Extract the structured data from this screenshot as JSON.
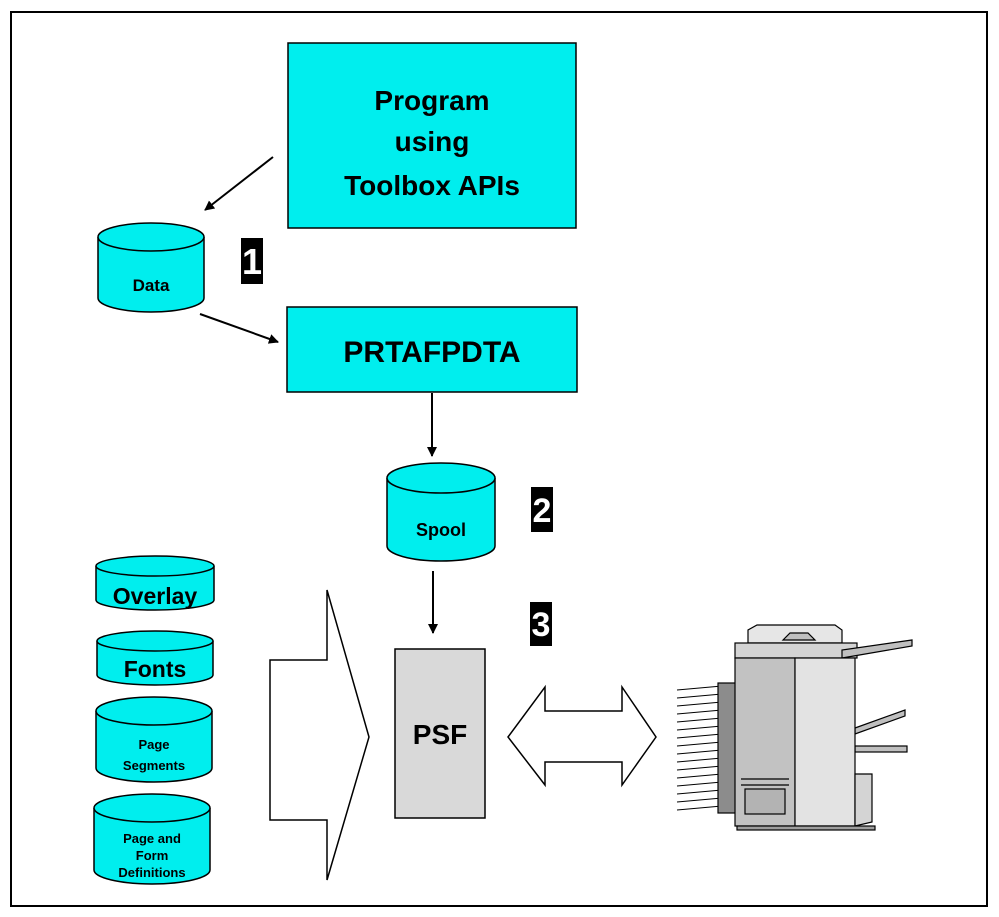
{
  "colors": {
    "cyan_fill": "#00EEEE",
    "psf_fill": "#D9D9D9",
    "marker_fill": "#000000",
    "marker_text": "#FFFFFF",
    "outline": "#000000"
  },
  "boxes": {
    "program": [
      "Program",
      "using",
      "Toolbox APIs"
    ],
    "prtafpdta": "PRTAFPDTA",
    "psf": "PSF"
  },
  "cylinders": {
    "data": "Data",
    "spool": "Spool",
    "overlay": "Overlay",
    "fonts": "Fonts",
    "page_segments": [
      "Page",
      "Segments"
    ],
    "page_form_definitions": [
      "Page and",
      "Form",
      "Definitions"
    ]
  },
  "markers": {
    "step1": "1",
    "step2": "2",
    "step3": "3"
  },
  "icons": {
    "printer": "printer-icon",
    "resource_arrow": "large-right-arrow",
    "bidirectional_arrow": "double-headed-arrow"
  }
}
